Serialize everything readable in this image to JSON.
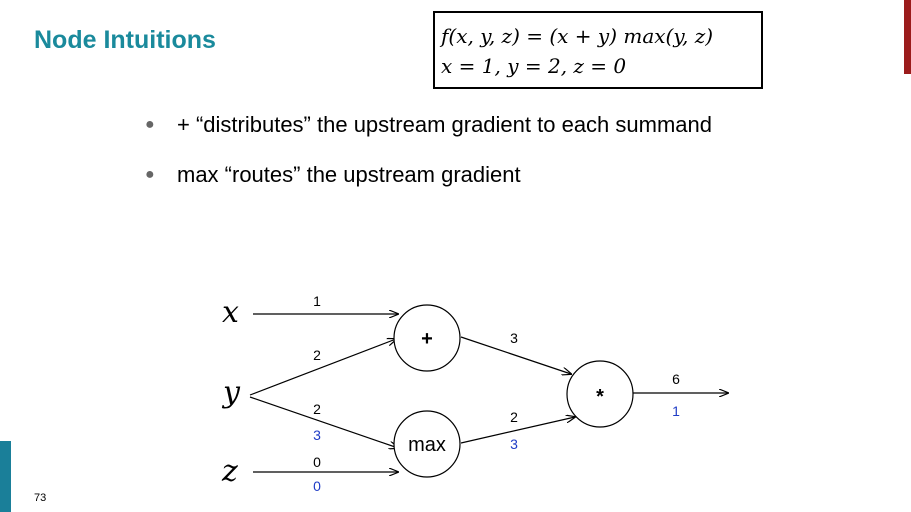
{
  "slide": {
    "title": "Node Intuitions",
    "page_number": "73",
    "formula": {
      "line1": "f(x, y, z) = (x + y) max(y, z)",
      "line2": "x = 1, y = 2, z = 0"
    },
    "bullets": [
      "+ “distributes” the upstream gradient to each summand",
      "max “routes” the upstream gradient"
    ]
  },
  "graph": {
    "inputs": {
      "x": "x",
      "y": "y",
      "z": "z"
    },
    "nodes": {
      "plus": "+",
      "max": "max",
      "mult": "*"
    },
    "forward": {
      "x_plus": "1",
      "y_plus": "2",
      "y_max": "2",
      "z_max": "0",
      "plus_mult": "3",
      "max_mult": "2",
      "out": "6"
    },
    "gradient": {
      "y_max": "3",
      "z_max": "0",
      "max_mult": "3",
      "out": "1"
    },
    "colors": {
      "forward": "#000000",
      "gradient": "#1f3cc6"
    }
  }
}
